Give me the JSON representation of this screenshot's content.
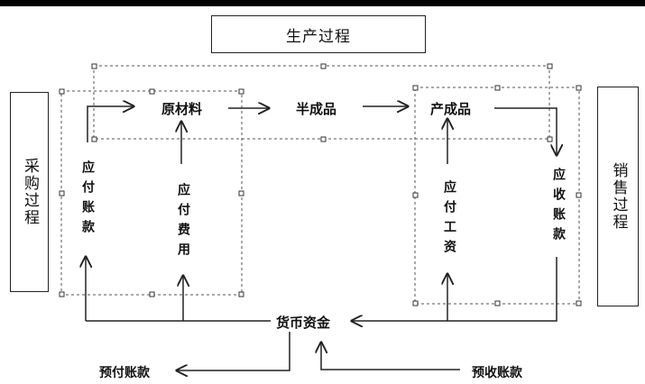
{
  "title": "生产过程",
  "purchase_process": "采购过程",
  "sales_process": "销售过程",
  "flow": {
    "raw_material": "原材料",
    "semi_finished": "半成品",
    "finished": "产成品"
  },
  "left_column": {
    "accounts_payable": "应付账款",
    "expenses_payable": "应付费用"
  },
  "right_column": {
    "wages_payable": "应付工资",
    "accounts_receivable": "应收账款"
  },
  "center": "货币资金",
  "bottom": {
    "prepaid": "预付账款",
    "advance_received": "预收账款"
  }
}
